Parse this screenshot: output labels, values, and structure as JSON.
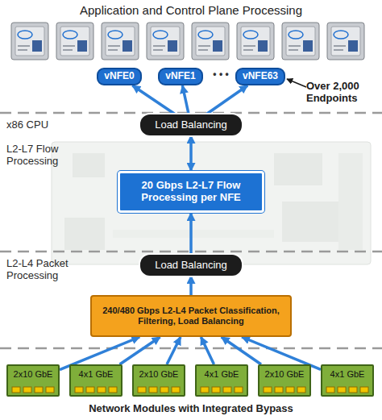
{
  "diagram": {
    "title": "Application and Control Plane Processing",
    "caption": "Network Modules with Integrated Bypass",
    "nodes": [
      {
        "text": [
          "vNFE0"
        ]
      },
      {
        "text": [
          "vNFE1"
        ]
      },
      {
        "text": [
          "vNFE63"
        ]
      },
      {
        "text": [
          "Load Balancing"
        ]
      },
      {
        "text": [
          "20 Gbps L2-L7 Flow Processing per NFE"
        ]
      },
      {
        "text": [
          "Load Balancing"
        ]
      },
      {
        "text": [
          "240/480 Gbps L2-L4 Packet Classification, Filtering, Load Balancing"
        ]
      },
      {
        "text": [
          "2x10 GbE"
        ]
      },
      {
        "text": [
          "4x1 GbE"
        ]
      },
      {
        "text": [
          "2x10 GbE"
        ]
      },
      {
        "text": [
          "4x1 GbE"
        ]
      },
      {
        "text": [
          "2x10 GbE"
        ]
      },
      {
        "text": [
          "4x1 GbE"
        ]
      }
    ],
    "edges": [
      {
        "from": 3,
        "to": 0,
        "arrow": "to"
      },
      {
        "from": 3,
        "to": 1,
        "arrow": "to"
      },
      {
        "from": 3,
        "to": 2,
        "arrow": "to"
      },
      {
        "from": 4,
        "to": 3,
        "arrow": "both"
      },
      {
        "from": 5,
        "to": 4,
        "arrow": "to"
      },
      {
        "from": 6,
        "to": 5,
        "arrow": "to"
      },
      {
        "from": 7,
        "to": 6,
        "arrow": "to"
      },
      {
        "from": 8,
        "to": 6,
        "arrow": "to"
      },
      {
        "from": 9,
        "to": 6,
        "arrow": "to"
      },
      {
        "from": 10,
        "to": 6,
        "arrow": "to"
      },
      {
        "from": 11,
        "to": 6,
        "arrow": "to"
      },
      {
        "from": 12,
        "to": 6,
        "arrow": "to"
      }
    ],
    "labels": [
      "• • •",
      "x86 CPU",
      "L2-L7 Flow Processing",
      "L2-L4 Packet Processing",
      "Over 2,000 Endpoints"
    ]
  }
}
